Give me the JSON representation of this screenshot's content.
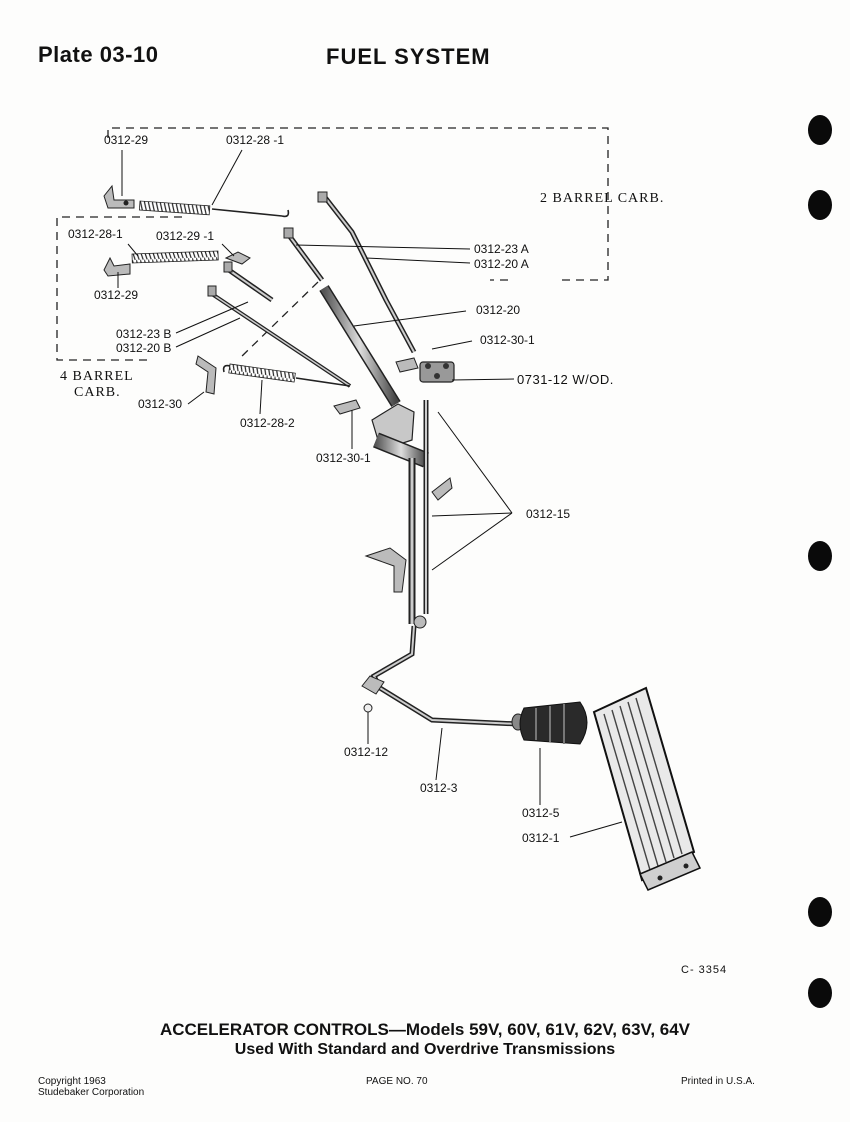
{
  "header": {
    "plate": "Plate 03-10",
    "section": "FUEL SYSTEM"
  },
  "labels": {
    "p0312_29_top": "0312-29",
    "p0312_28_1_top": "0312-28 -1",
    "two_barrel": "2 BARREL CARB.",
    "p0312_28_1_left": "0312-28-1",
    "p0312_29_1": "0312-29 -1",
    "p0312_29_left": "0312-29",
    "p0312_23a": "0312-23 A",
    "p0312_20a": "0312-20 A",
    "p0312_20": "0312-20",
    "p0312_23b": "0312-23 B",
    "p0312_20b": "0312-20 B",
    "p0312_30_1_right": "0312-30-1",
    "four_barrel_1": "4 BARREL",
    "four_barrel_2": "CARB.",
    "p0731_12": "0731-12 W/OD.",
    "p0312_30": "0312-30",
    "p0312_28_2": "0312-28-2",
    "p0312_30_1_low": "0312-30-1",
    "p0312_15": "0312-15",
    "p0312_12": "0312-12",
    "p0312_3": "0312-3",
    "p0312_5": "0312-5",
    "p0312_1": "0312-1",
    "drawing_no": "C- 3354"
  },
  "caption": {
    "line1": "ACCELERATOR CONTROLS—Models 59V, 60V, 61V, 62V, 63V, 64V",
    "line2": "Used With Standard and Overdrive Transmissions"
  },
  "footer": {
    "copyright_1": "Copyright 1963",
    "copyright_2": "Studebaker Corporation",
    "page": "PAGE NO. 70",
    "printed": "Printed in U.S.A."
  }
}
